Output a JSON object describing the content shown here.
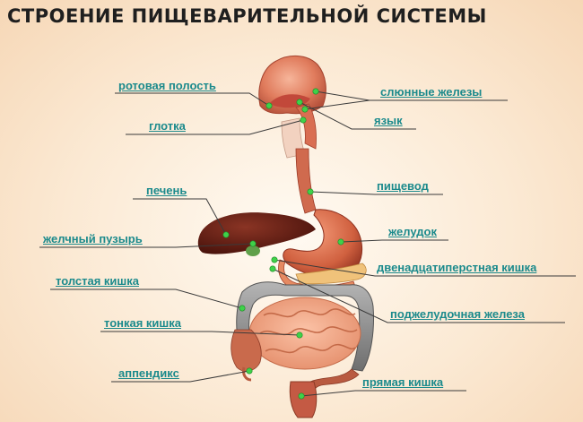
{
  "title": "СТРОЕНИЕ ПИЩЕВАРИТЕЛЬНОЙ СИСТЕМЫ",
  "colors": {
    "label": "#1b8a8c",
    "line": "#3a3a3a",
    "dot": "#3fd14a",
    "flesh": "#e07b5c",
    "liver": "#5a1a12",
    "colon": "#8f8f8f",
    "background": "#fbe9d3"
  },
  "labels": {
    "oral_cavity": "ротовая полость",
    "pharynx": "глотка",
    "salivary_glands": "слюнные железы",
    "tongue": "язык",
    "esophagus": "пищевод",
    "liver": "печень",
    "gallbladder": "желчный пузырь",
    "stomach": "желудок",
    "duodenum": "двенадцатиперстная кишка",
    "large_intestine": "толстая кишка",
    "pancreas": "поджелудочная железа",
    "small_intestine": "тонкая кишка",
    "appendix": "аппендикс",
    "rectum": "прямая кишка"
  }
}
